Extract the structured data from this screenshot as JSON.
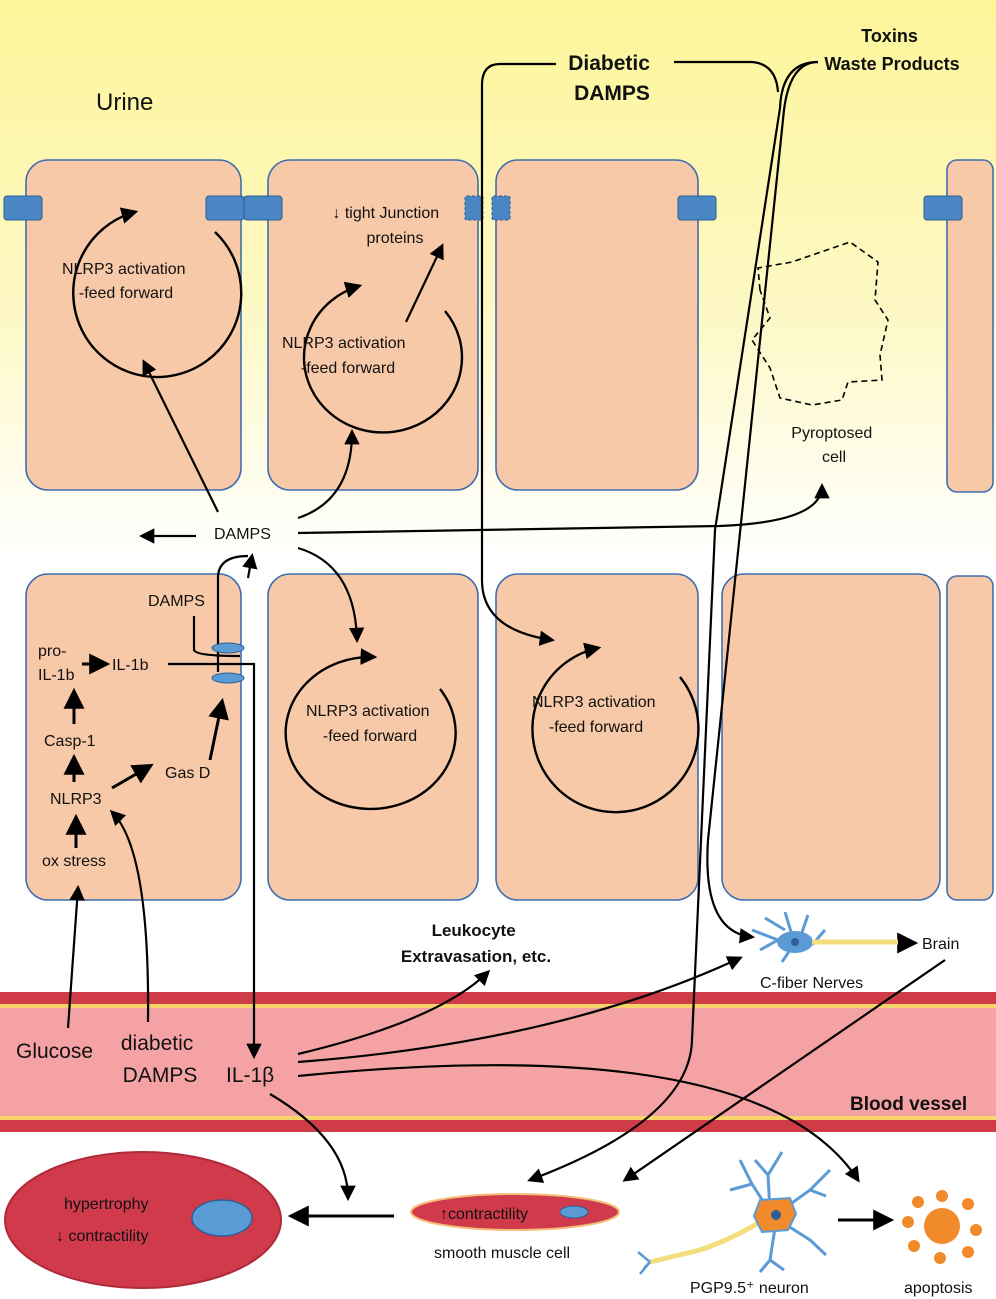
{
  "regions": {
    "urine": "Urine",
    "blood_vessel": "Blood vessel"
  },
  "top": {
    "diabetic_damps": [
      "Diabetic",
      "DAMPS"
    ],
    "toxins": [
      "Toxins",
      "Waste Products"
    ]
  },
  "cells": {
    "cell1_loop": [
      "NLRP3 activation",
      "-feed forward"
    ],
    "cell2_loop": [
      "NLRP3 activation",
      "-feed forward"
    ],
    "tight_junction": [
      "↓ tight Junction",
      "proteins"
    ],
    "pyroptosed": [
      "Pyroptosed",
      "cell"
    ],
    "cell6_loop": [
      "NLRP3 activation",
      "-feed forward"
    ],
    "cell7_loop": [
      "NLRP3 activation",
      "-feed forward"
    ]
  },
  "damps_center": "DAMPS",
  "pathway": {
    "damps": "DAMPS",
    "pro_il1b": [
      "pro-",
      "IL-1b"
    ],
    "il1b": "IL-1b",
    "casp1": "Casp-1",
    "gasd": "Gas D",
    "nlrp3": "NLRP3",
    "ox_stress": "ox stress"
  },
  "blood": {
    "glucose": "Glucose",
    "diabetic_damps": [
      "diabetic",
      "DAMPS"
    ],
    "il1beta": "IL-1β"
  },
  "leukocyte": [
    "Leukocyte",
    "Extravasation, etc."
  ],
  "nerves": {
    "cfiber": "C-fiber Nerves",
    "brain": "Brain"
  },
  "bottom": {
    "hypertrophy": "hypertrophy",
    "down_contractility": "↓ contractility",
    "up_contractility": "↑contractility",
    "smooth_muscle": "smooth muscle cell",
    "neuron": "PGP9.5⁺ neuron",
    "apoptosis": "apoptosis"
  },
  "colors": {
    "urine_yellow": "#fdf7a6",
    "cell_fill": "#f7c9a8",
    "cell_stroke": "#3f6fae",
    "junction": "#4b86c4",
    "vessel_fill": "#f5a2a5",
    "vessel_wall": "#cf3b47",
    "muscle_red": "#d03a4b",
    "nucleus_blue": "#5b9bd5",
    "neuron_orange": "#f08a2a"
  }
}
